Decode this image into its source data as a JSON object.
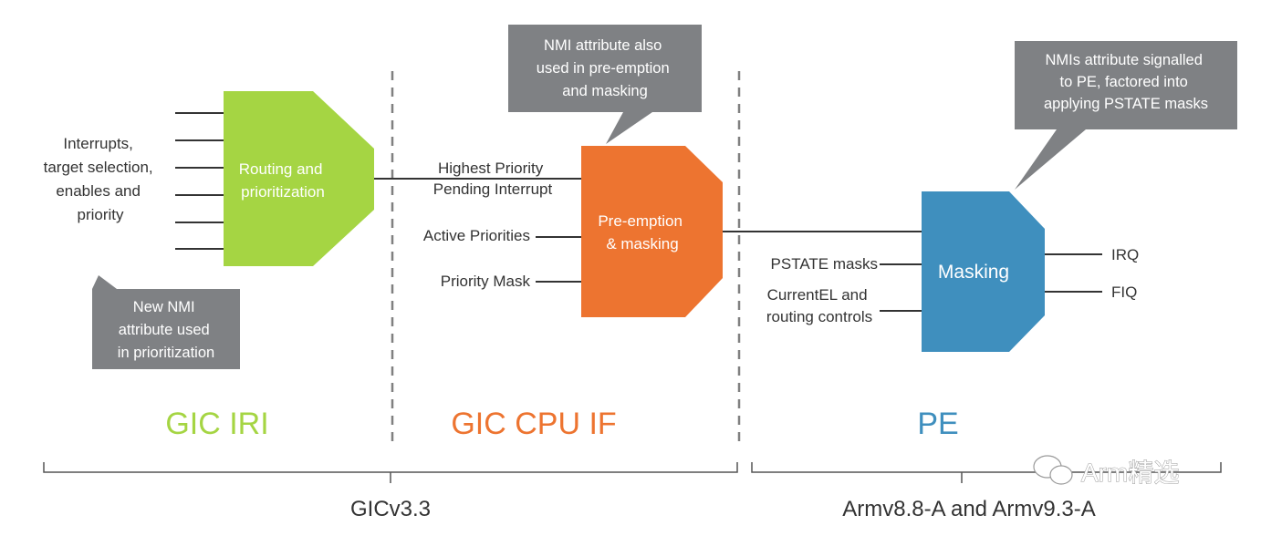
{
  "colors": {
    "iri": "#a5d543",
    "cpu_if": "#ed7430",
    "pe": "#3f8fbe",
    "callout": "#7f8184",
    "line": "#333333",
    "divider": "#808080"
  },
  "gic_iri": {
    "input_label": [
      "Interrupts,",
      "target selection,",
      "enables and",
      "priority"
    ],
    "block_label": [
      "Routing and",
      "prioritization"
    ],
    "callout": [
      "New NMI",
      "attribute used",
      "in prioritization"
    ],
    "section_title": "GIC IRI"
  },
  "gic_cpu_if": {
    "input_hppi": [
      "Highest Priority",
      "Pending Interrupt"
    ],
    "input_active": "Active Priorities",
    "input_mask": "Priority Mask",
    "block_label": [
      "Pre-emption",
      "& masking"
    ],
    "callout": [
      "NMI attribute also",
      "used in pre-emption",
      "and masking"
    ],
    "section_title": "GIC CPU IF"
  },
  "pe": {
    "input_pstate": "PSTATE masks",
    "input_el": [
      "CurrentEL and",
      "routing controls"
    ],
    "block_label": "Masking",
    "output_irq": "IRQ",
    "output_fiq": "FIQ",
    "callout": [
      "NMIs attribute signalled",
      "to PE, factored into",
      "applying PSTATE masks"
    ],
    "section_title": "PE"
  },
  "brackets": {
    "left": "GICv3.3",
    "right": "Armv8.8-A and Armv9.3-A"
  },
  "watermark": "Arm精选"
}
